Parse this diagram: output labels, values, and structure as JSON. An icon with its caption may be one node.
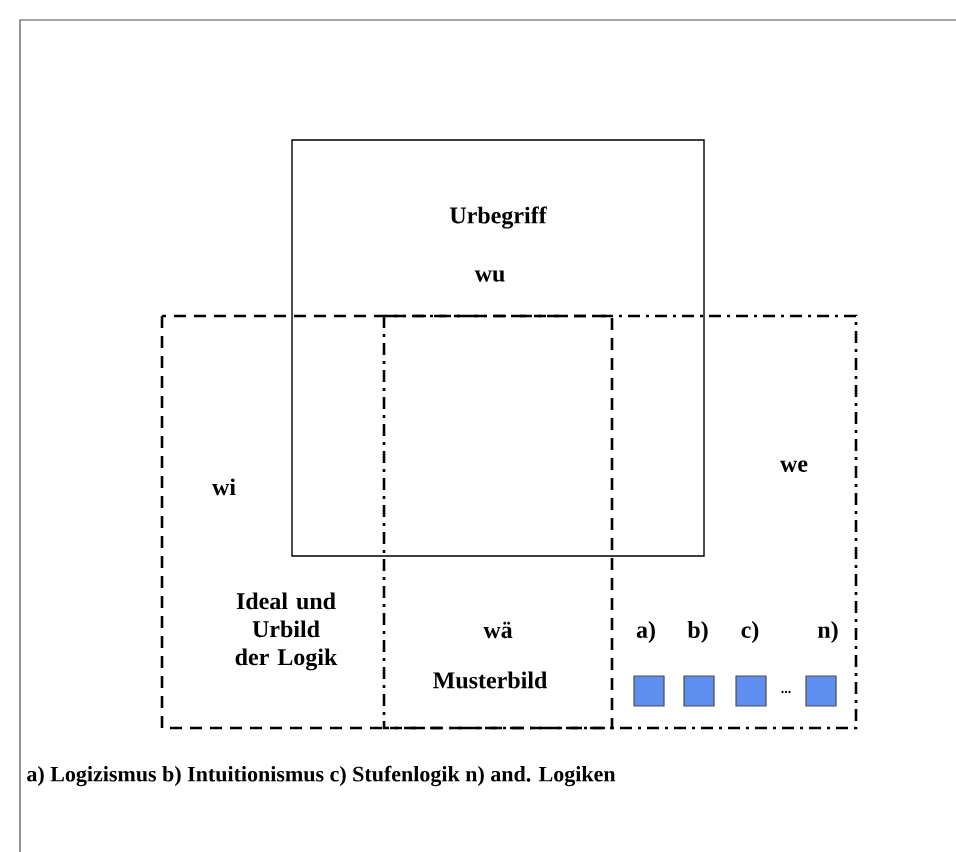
{
  "diagram": {
    "caption": "a) Logizismus  b) Intuitionismus c) Stufenlogik n) and. Logiken",
    "nodes": [
      {
        "text": [
          "Urbegriff",
          "wu"
        ]
      },
      {
        "text": [
          "wi",
          "Ideal und Urbild der Logik"
        ]
      },
      {
        "text": [
          "we"
        ]
      },
      {
        "text": [],
        "shape": "box",
        "in": 2
      },
      {
        "text": [],
        "shape": "box",
        "in": 2
      },
      {
        "text": [],
        "shape": "box",
        "in": 2
      },
      {
        "text": [],
        "shape": "box",
        "in": 2
      }
    ],
    "edges": [],
    "labels": [
      "wä",
      "Musterbild",
      "a)",
      "b)",
      "c)",
      "n)",
      "..."
    ]
  }
}
